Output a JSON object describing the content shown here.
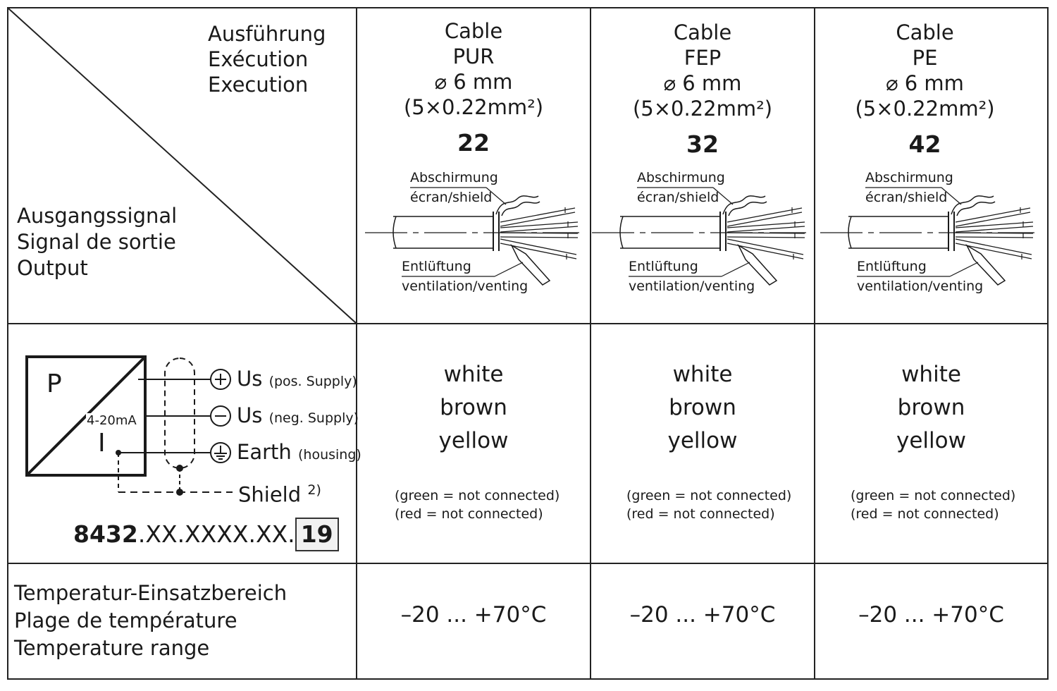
{
  "header": {
    "execution_label": [
      "Ausführung",
      "Exécution",
      "Execution"
    ],
    "output_label": [
      "Ausgangssignal",
      "Signal de sortie",
      "Output"
    ]
  },
  "cables": [
    {
      "name": "Cable",
      "material": "PUR",
      "diameter": "⌀ 6 mm",
      "cores": "(5×0.22mm²)",
      "code": "22",
      "shield_de": "Abschirmung",
      "shield_fr_en": "écran/shield",
      "vent_de": "Entlüftung",
      "vent_fr_en": "ventilation/venting"
    },
    {
      "name": "Cable",
      "material": "FEP",
      "diameter": "⌀ 6 mm",
      "cores": "(5×0.22mm²)",
      "code": "32",
      "shield_de": "Abschirmung",
      "shield_fr_en": "écran/shield",
      "vent_de": "Entlüftung",
      "vent_fr_en": "ventilation/venting"
    },
    {
      "name": "Cable",
      "material": "PE",
      "diameter": "⌀ 6 mm",
      "cores": "(5×0.22mm²)",
      "code": "42",
      "shield_de": "Abschirmung",
      "shield_fr_en": "écran/shield",
      "vent_de": "Entlüftung",
      "vent_fr_en": "ventilation/venting"
    }
  ],
  "diagram": {
    "p_label": "P",
    "i_label": "I",
    "signal_label": "4-20mA",
    "pins": [
      {
        "sym": "Us",
        "note": "(pos. Supply)"
      },
      {
        "sym": "Us",
        "note": "(neg. Supply)"
      },
      {
        "sym": "Earth",
        "note": "(housing)"
      },
      {
        "sym": "Shield",
        "note": "2)"
      }
    ],
    "model_bold": "8432",
    "model_rest": ".XX.XXXX.XX.",
    "model_box": "19"
  },
  "wiring": [
    {
      "colors": [
        "white",
        "brown",
        "yellow"
      ],
      "notes": [
        "(green = not connected)",
        "(red = not connected)"
      ]
    },
    {
      "colors": [
        "white",
        "brown",
        "yellow"
      ],
      "notes": [
        "(green = not connected)",
        "(red = not connected)"
      ]
    },
    {
      "colors": [
        "white",
        "brown",
        "yellow"
      ],
      "notes": [
        "(green = not connected)",
        "(red = not connected)"
      ]
    }
  ],
  "temperature": {
    "label": [
      "Temperatur-Einsatzbereich",
      "Plage de température",
      "Temperature range"
    ],
    "values": [
      "–20 ... +70°C",
      "–20 ... +70°C",
      "–20 ... +70°C"
    ]
  }
}
